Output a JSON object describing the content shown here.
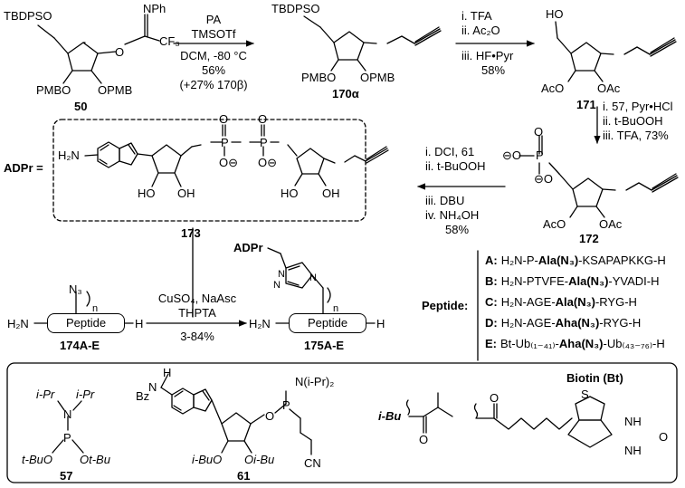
{
  "compounds": {
    "c50": {
      "label": "50",
      "tbdpso": "TBDPSO",
      "iminoyl": "NPh",
      "cf3": "CF₃",
      "pmbo": "PMBO",
      "opmb": "OPMB"
    },
    "c170a": {
      "label": "170α",
      "tbdpso": "TBDPSO",
      "pmbo": "PMBO",
      "opmb": "OPMB"
    },
    "c171": {
      "label": "171",
      "ho": "HO",
      "aco": "AcO",
      "oac": "OAc"
    },
    "c172": {
      "label": "172",
      "aco": "AcO",
      "oac": "OAc",
      "o_minus": "⊖O"
    },
    "c173": {
      "label": "173",
      "adpr": "ADPr",
      "nh2": "H₂N",
      "ho1": "HO",
      "oh1": "OH",
      "ho2": "HO",
      "oh2": "OH"
    },
    "c174": {
      "label": "174A-E",
      "n3": "N₃",
      "h2n": "H₂N",
      "peptide": "Peptide",
      "h": "H",
      "n": "n"
    },
    "c175": {
      "label": "175A-E",
      "adpr": "ADPr",
      "h2n": "H₂N",
      "peptide": "Peptide",
      "h": "H",
      "n": "n"
    },
    "c57": {
      "label": "57",
      "ipr1": "i-Pr",
      "ipr2": "i-Pr",
      "n": "N",
      "p": "P",
      "tbuo": "t-BuO",
      "otbu": "Ot-Bu"
    },
    "c61": {
      "label": "61",
      "bz": "Bz",
      "n": "N",
      "nipr2": "N(i-Pr)₂",
      "ibuo": "i-BuO",
      "oibu": "Oi-Bu",
      "cn": "CN"
    },
    "ibu": {
      "label": "i-Bu"
    },
    "biotin": {
      "label": "Biotin (Bt)"
    }
  },
  "steps": {
    "s1": {
      "line1": "PA",
      "line2": "TMSOTf",
      "line3": "DCM, -80 °C",
      "line4": "56%",
      "line5": "(+27% 170β)"
    },
    "s2": {
      "line1": "i.  TFA",
      "line2": "ii.  Ac₂O",
      "line3": "iii.  HF•Pyr",
      "line4": "58%"
    },
    "s3": {
      "line1": "i. 57, Pyr•HCl",
      "line2": "ii. t-BuOOH",
      "line3": "iii. TFA, 73%"
    },
    "s4": {
      "line1": "i. DCI, 61",
      "line2": "ii. t-BuOOH",
      "line3": "iii. DBU",
      "line4": "iv. NH₄OH",
      "line5": "58%"
    },
    "s5": {
      "line1": "CuSO₄, NaAsc",
      "line2": "THPTA",
      "line3": "3-84%"
    }
  },
  "peptides": {
    "title": "Peptide:",
    "items": [
      {
        "key": "A:",
        "pre": "H₂N-P-",
        "bold": "Ala(N₃)",
        "post": "-KSAPAPKKG-H"
      },
      {
        "key": "B:",
        "pre": "H₂N-PTVFE-",
        "bold": "Ala(N₃)",
        "post": "-YVADI-H"
      },
      {
        "key": "C:",
        "pre": "H₂N-AGE-",
        "bold": "Ala(N₃)",
        "post": "-RYG-H"
      },
      {
        "key": "D:",
        "pre": "H₂N-AGE-",
        "bold": "Aha(N₃)",
        "post": "-RYG-H"
      },
      {
        "key": "E:",
        "pre": "Bt-Ub₍₁₋₄₁₎-",
        "bold": "Aha(N₃)",
        "post": "-Ub₍₄₃₋₇₆₎-H"
      }
    ]
  }
}
